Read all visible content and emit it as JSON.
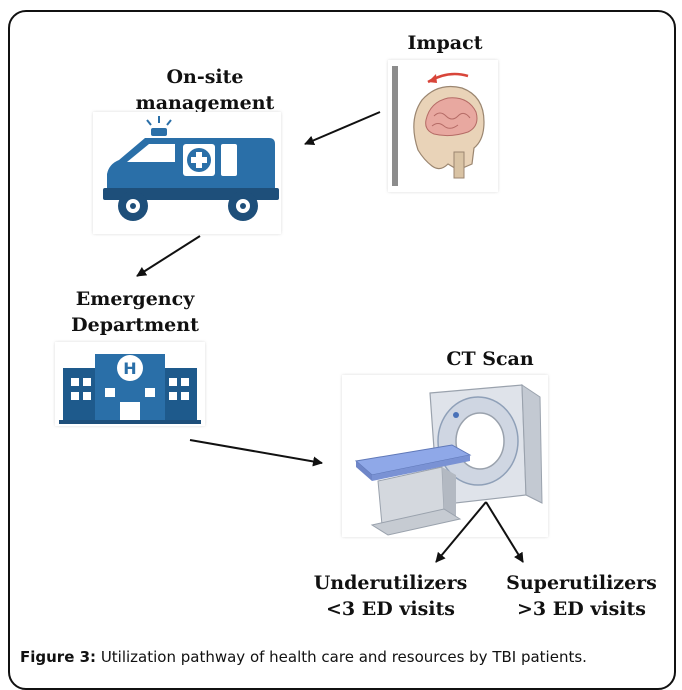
{
  "nodes": {
    "impact": "Impact",
    "onsite_line1": "On-site",
    "onsite_line2": "management",
    "ed_line1": "Emergency",
    "ed_line2": "Department",
    "ct": "CT Scan",
    "under_line1": "Underutilizers",
    "under_line2": "<3 ED visits",
    "super_line1": "Superutilizers",
    "super_line2": ">3 ED visits"
  },
  "caption": {
    "label": "Figure 3:",
    "text": " Utilization pathway of health care and resources by TBI patients."
  },
  "icons": {
    "impact": "skull-brain-impact-icon",
    "ambulance": "ambulance-icon",
    "hospital": "hospital-icon",
    "ct": "ct-scanner-icon"
  },
  "colors": {
    "blue": "#2a6fa8",
    "dark_blue": "#1e4f7a",
    "arrow": "#111111"
  }
}
